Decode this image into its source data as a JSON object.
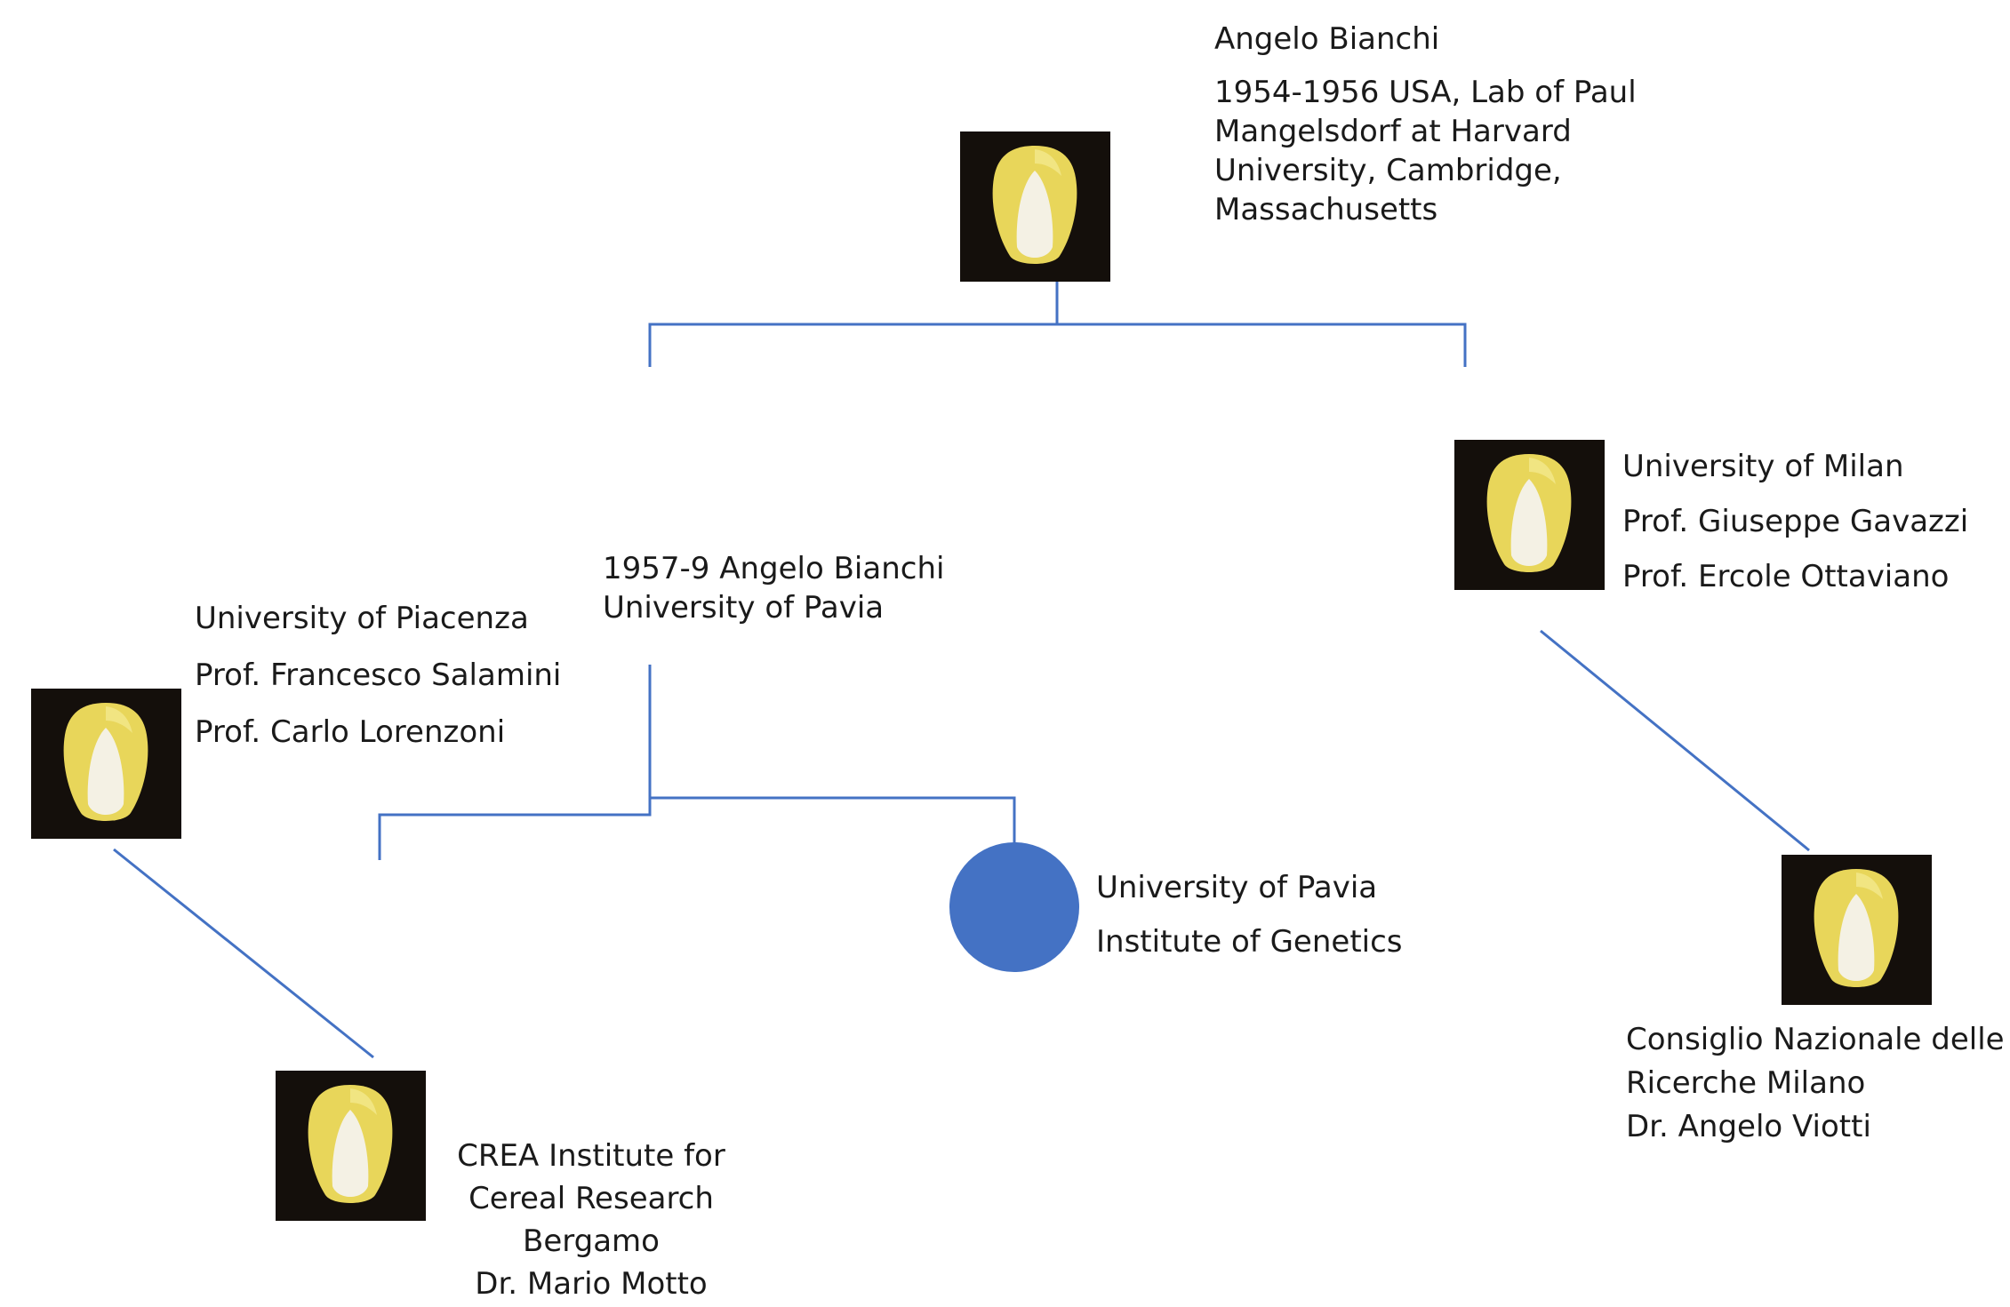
{
  "nodes": {
    "root": {
      "lines": [
        "Angelo Bianchi",
        "1954-1956 USA, Lab of Paul",
        "Mangelsdorf at Harvard",
        "University, Cambridge,",
        "Massachusetts"
      ]
    },
    "pavia_bianchi": {
      "lines": [
        "1957-9 Angelo Bianchi",
        "University of Pavia"
      ]
    },
    "milan": {
      "lines": [
        "University of Milan",
        "Prof. Giuseppe Gavazzi",
        "Prof. Ercole Ottaviano"
      ]
    },
    "piacenza": {
      "lines": [
        "University of Piacenza",
        "Prof. Francesco Salamini",
        "Prof. Carlo Lorenzoni"
      ]
    },
    "pavia_genetics": {
      "lines": [
        "University of Pavia",
        "Institute of Genetics"
      ]
    },
    "cnr_milano": {
      "lines": [
        "Consiglio Nazionale delle",
        "Ricerche  Milano",
        "Dr. Angelo Viotti"
      ]
    },
    "crea_bergamo": {
      "lines": [
        "CREA Institute for",
        "Cereal Research",
        "Bergamo",
        "Dr. Mario Motto"
      ]
    }
  },
  "colors": {
    "connector": "#4472c4",
    "circle": "#4472c4",
    "kernel_background": "#140f0b",
    "kernel_yellow": "#e8d65a"
  },
  "icons": {
    "kernel": "maize-kernel-photo",
    "circle": "blue-circle"
  }
}
